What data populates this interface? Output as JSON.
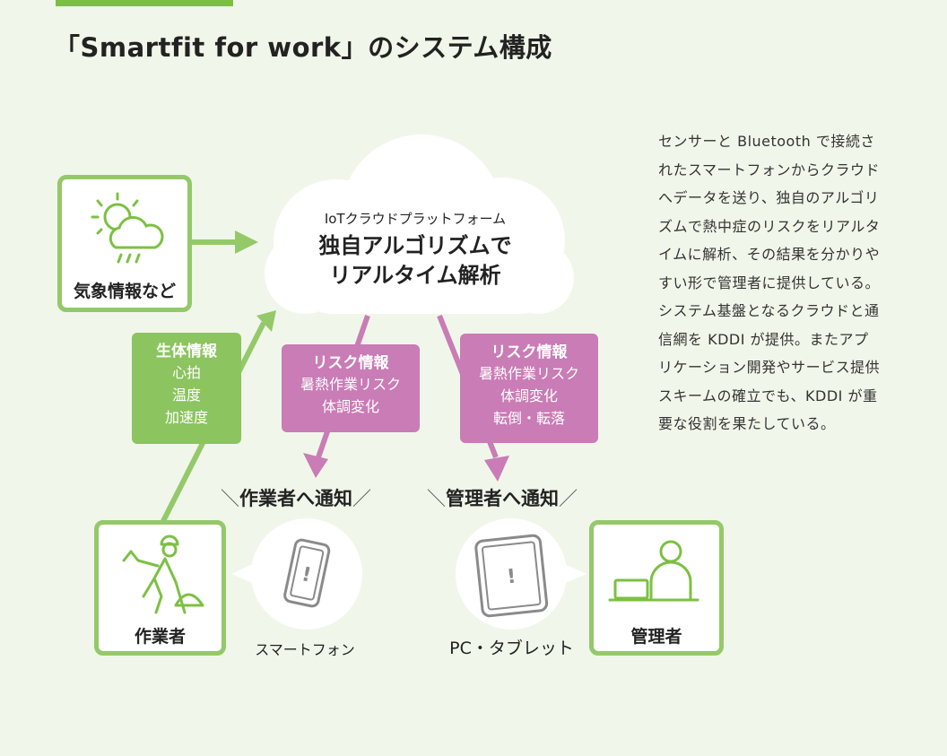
{
  "title": "「Smartfit for work」のシステム構成",
  "description": "センサーと Bluetooth で接続されたスマートフォンからクラウドへデータを送り、独自のアルゴリズムで熱中症のリスクをリアルタイムに解析、その結果を分かりやすい形で管理者に提供している。システム基盤となるクラウドと通信網を KDDI が提供。またアプリケーション開発やサービス提供スキームの確立でも、KDDI が重要な役割を果たしている。",
  "weather": {
    "label": "気象情報など",
    "icon": "weather-icon"
  },
  "cloud": {
    "subtitle": "IoTクラウドプラットフォーム",
    "main_line1": "独自アルゴリズムで",
    "main_line2": "リアルタイム解析"
  },
  "bio_info": {
    "title": "生体情報",
    "items": [
      "心拍",
      "温度",
      "加速度"
    ]
  },
  "risk_worker": {
    "title": "リスク情報",
    "items": [
      "暑熱作業リスク",
      "体調変化"
    ]
  },
  "risk_manager": {
    "title": "リスク情報",
    "items": [
      "暑熱作業リスク",
      "体調変化",
      "転倒・転落"
    ]
  },
  "notify_worker": "作業者へ通知",
  "notify_manager": "管理者へ通知",
  "worker": {
    "label": "作業者",
    "icon": "worker-icon"
  },
  "manager": {
    "label": "管理者",
    "icon": "manager-icon"
  },
  "smartphone": {
    "label": "スマートフォン",
    "icon": "smartphone-icon"
  },
  "tablet": {
    "label": "PC・タブレット",
    "icon": "tablet-icon"
  },
  "colors": {
    "green": "#8cc460",
    "green_border": "#94c96a",
    "pink": "#c97cb5",
    "accent": "#7cc043",
    "background": "#f1f6ea"
  }
}
